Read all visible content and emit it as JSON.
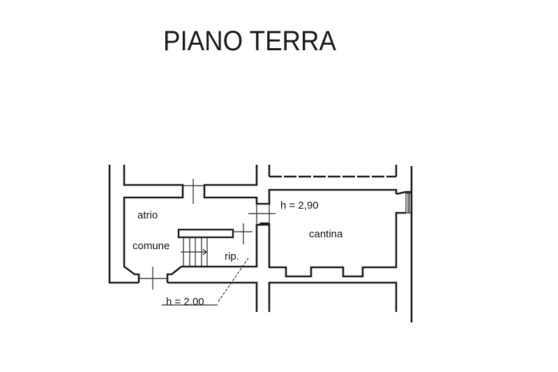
{
  "title": "PIANO TERRA",
  "rooms": {
    "atrio": "atrio",
    "comune": "comune",
    "ripostiglio": "rip.",
    "cantina": "cantina"
  },
  "heights": {
    "cantina": "h = 2,90",
    "ripostiglio": "h = 2.00"
  }
}
